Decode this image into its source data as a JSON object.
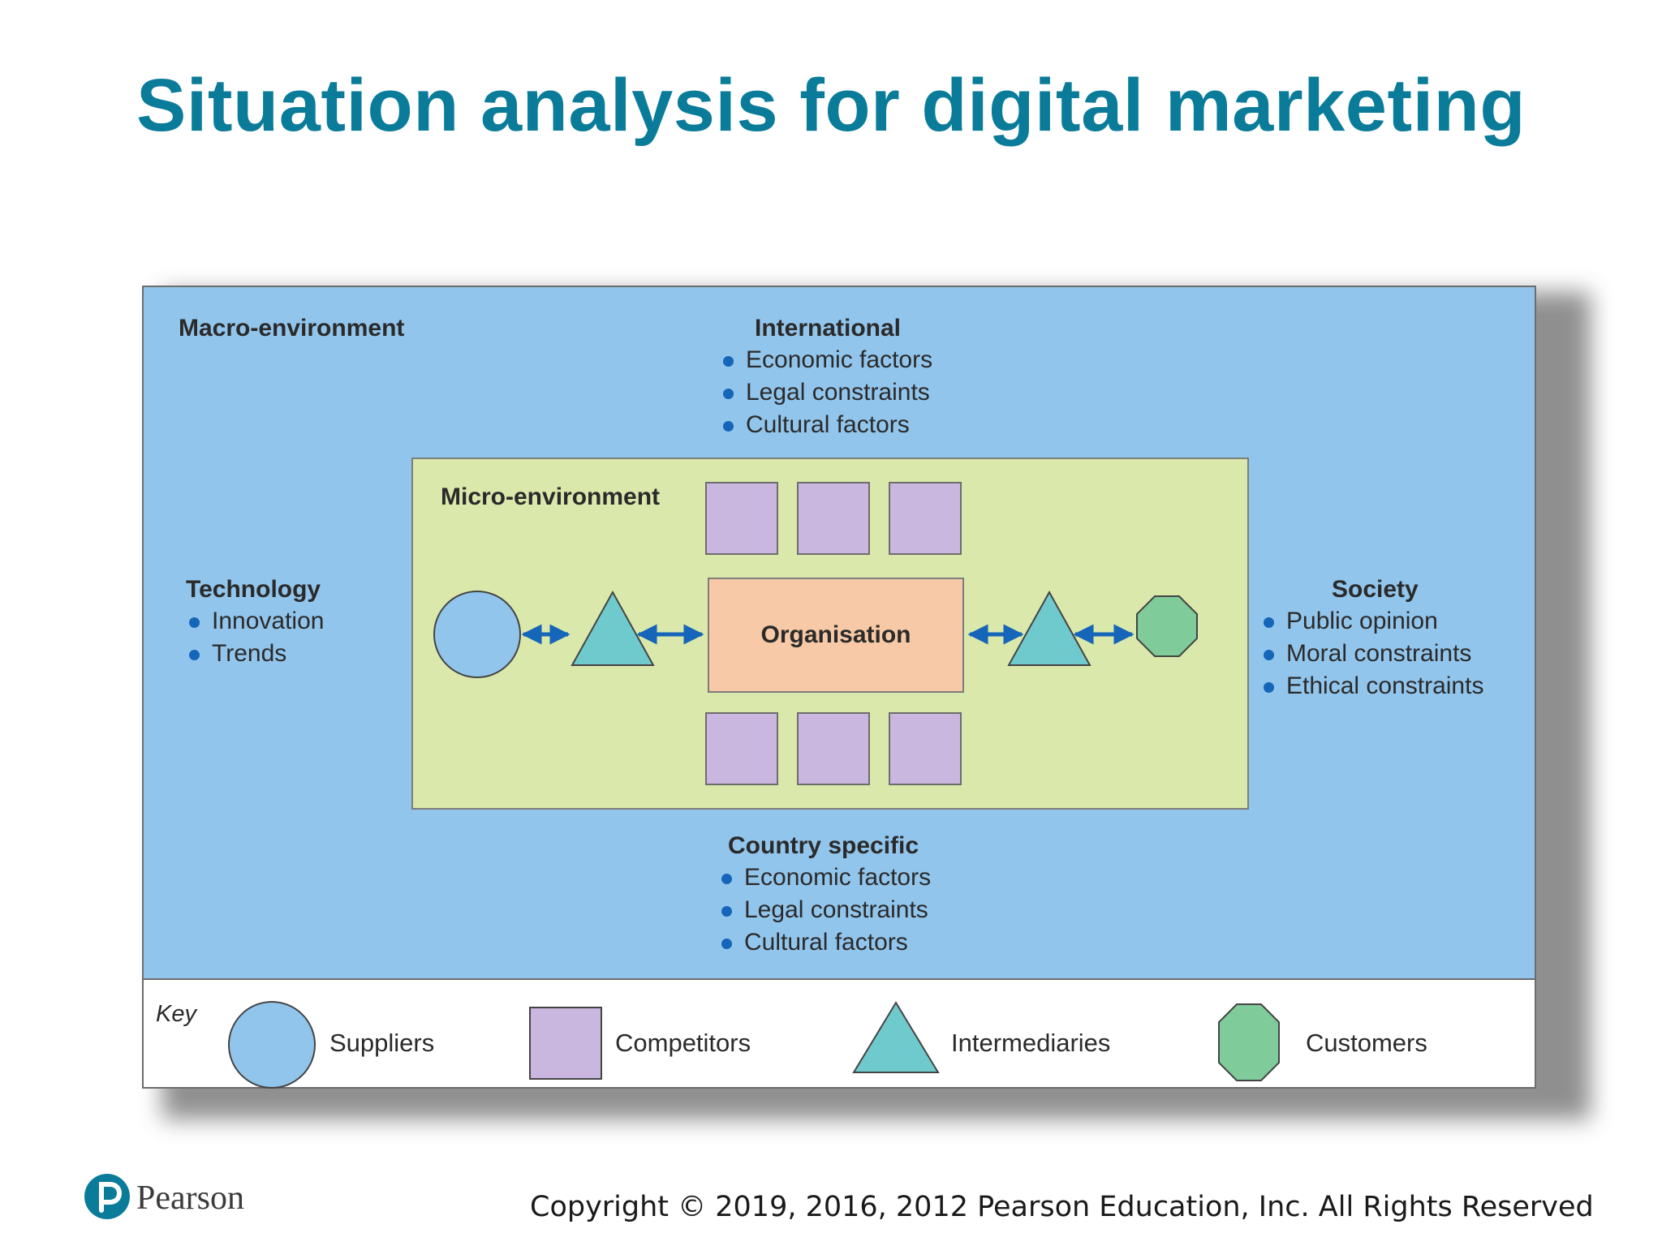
{
  "slide": {
    "title": "Situation analysis for digital marketing"
  },
  "diagram": {
    "macro_label": "Macro-environment",
    "micro_label": "Micro-environment",
    "organisation_label": "Organisation",
    "international": {
      "heading": "International",
      "items": [
        "Economic factors",
        "Legal constraints",
        "Cultural factors"
      ]
    },
    "technology": {
      "heading": "Technology",
      "items": [
        "Innovation",
        "Trends"
      ]
    },
    "society": {
      "heading": "Society",
      "items": [
        "Public opinion",
        "Moral constraints",
        "Ethical constraints"
      ]
    },
    "country_specific": {
      "heading": "Country specific",
      "items": [
        "Economic factors",
        "Legal constraints",
        "Cultural factors"
      ]
    },
    "colors": {
      "macro_fill": "#92c5ec",
      "micro_fill": "#dbe8ac",
      "organisation_fill": "#f7c9a6",
      "supplier_fill": "#92c5ec",
      "competitor_fill": "#c9b7e0",
      "intermediary_fill": "#6fcacd",
      "customer_fill": "#7fcb9a",
      "arrow": "#1565b8",
      "bullet": "#1565b8",
      "title": "#0a7c9a"
    },
    "key": {
      "title": "Key",
      "items": [
        {
          "shape": "circle",
          "label": "Suppliers"
        },
        {
          "shape": "square",
          "label": "Competitors"
        },
        {
          "shape": "triangle",
          "label": "Intermediaries"
        },
        {
          "shape": "octagon",
          "label": "Customers"
        }
      ]
    }
  },
  "footer": {
    "brand": "Pearson",
    "copyright": "Copyright © 2019, 2016, 2012 Pearson Education, Inc. All Rights Reserved"
  }
}
